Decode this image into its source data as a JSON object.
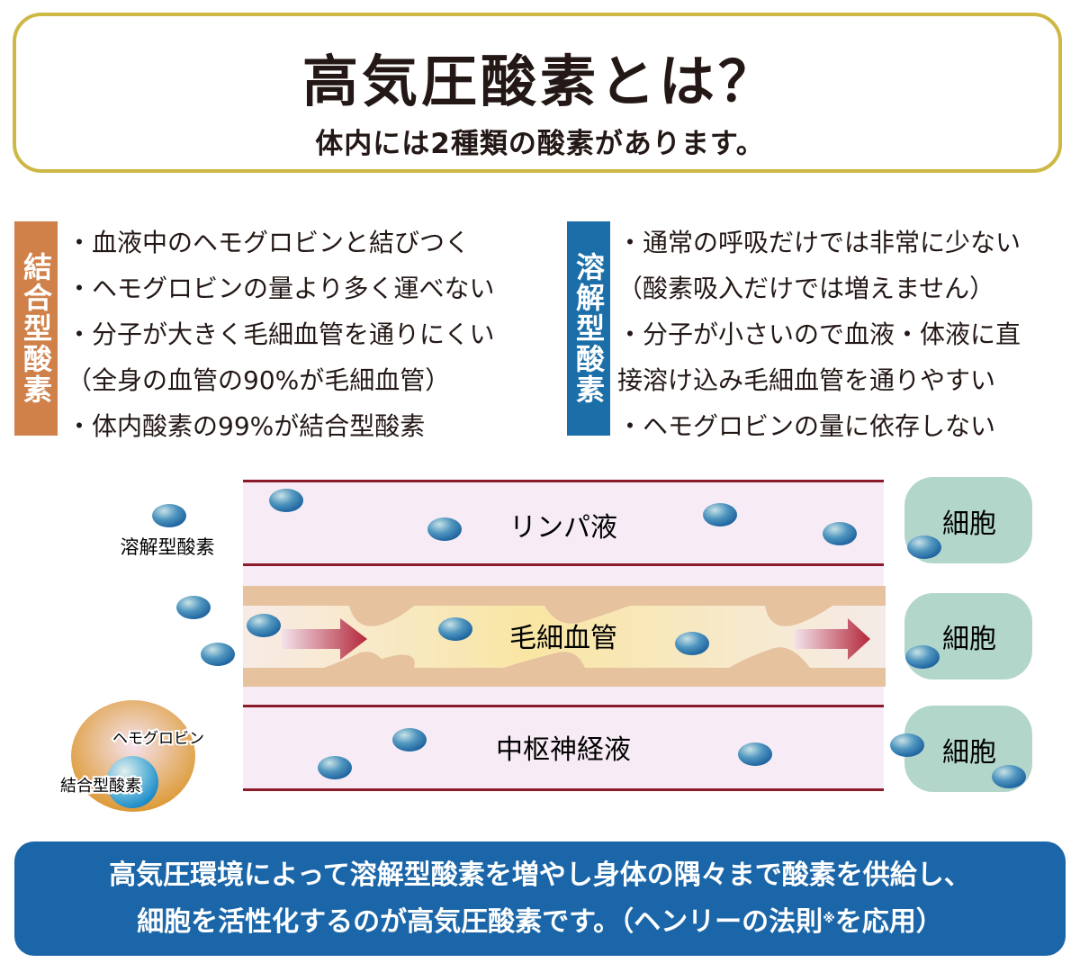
{
  "header": {
    "title": "高気圧酸素とは？",
    "subtitle": "体内には2種類の酸素があります。"
  },
  "bound_oxygen": {
    "label": "結合型酸素",
    "bullets": [
      "・血液中のヘモグロビンと結びつく",
      "・ヘモグロビンの量より多く運べない",
      "・分子が大きく毛細血管を通りにくい",
      "（全身の血管の90%が毛細血管）",
      "・体内酸素の99%が結合型酸素"
    ]
  },
  "dissolved_oxygen": {
    "label": "溶解型酸素",
    "bullets": [
      "・通常の呼吸だけでは非常に少ない",
      "（酸素吸入だけでは増えません）",
      "・分子が小さいので血液・体液に直",
      "接溶け込み毛細血管を通りやすい",
      "・ヘモグロビンの量に依存しない"
    ]
  },
  "diagram": {
    "legend_dissolved": "溶解型酸素",
    "legend_hemoglobin": "ヘモグロビン",
    "legend_bound": "結合型酸素",
    "lymph": "リンパ液",
    "capillary": "毛細血管",
    "cns_fluid": "中枢神経液",
    "cell": "細胞"
  },
  "footer": {
    "line1": "高気圧環境によって溶解型酸素を増やし身体の隅々まで酸素を供給し、",
    "line2a": "細胞を活性化するのが高気圧酸素です。（ヘンリーの法則",
    "note_mark": "※",
    "line2b": "を応用）"
  },
  "colors": {
    "gold": "#cdb845",
    "orange": "#d0814a",
    "blue": "#1c6ea8",
    "vessel_line": "#8b1a2a",
    "cell": "#b3d6ca"
  }
}
